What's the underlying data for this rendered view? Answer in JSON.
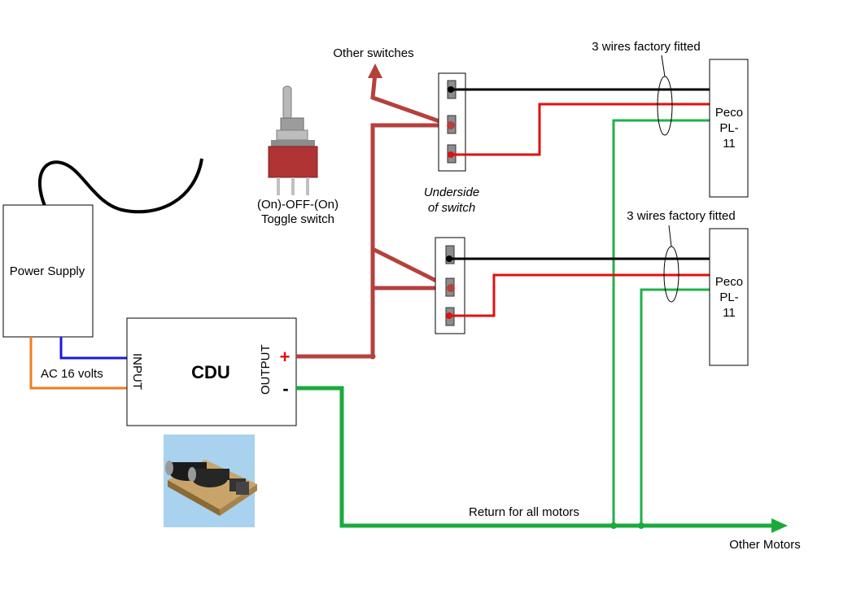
{
  "labels": {
    "other_switches": "Other switches",
    "toggle_line1": "(On)-OFF-(On)",
    "toggle_line2": "Toggle switch",
    "underside_line1": "Underside",
    "underside_line2": "of switch",
    "factory_top": "3 wires factory fitted",
    "factory_bottom": "3 wires factory fitted",
    "power_supply": "Power Supply",
    "ac_volts": "AC 16 volts",
    "cdu": "CDU",
    "input": "INPUT",
    "output": "OUTPUT",
    "plus": "+",
    "minus": "-",
    "return_all": "Return for all motors",
    "other_motors": "Other Motors"
  },
  "motors": [
    {
      "line1": "Peco",
      "line2": "PL-",
      "line3": "11"
    },
    {
      "line1": "Peco",
      "line2": "PL-",
      "line3": "11"
    }
  ],
  "colors": {
    "positive_wire": "#b5413c",
    "return_wire": "#1aaa3c",
    "red_wire": "#e01010",
    "black_wire": "#000000",
    "green_wire": "#22b04a",
    "blue_wire": "#1a1ad8",
    "orange_wire": "#f07b1f",
    "plus_sign": "#e01010"
  }
}
